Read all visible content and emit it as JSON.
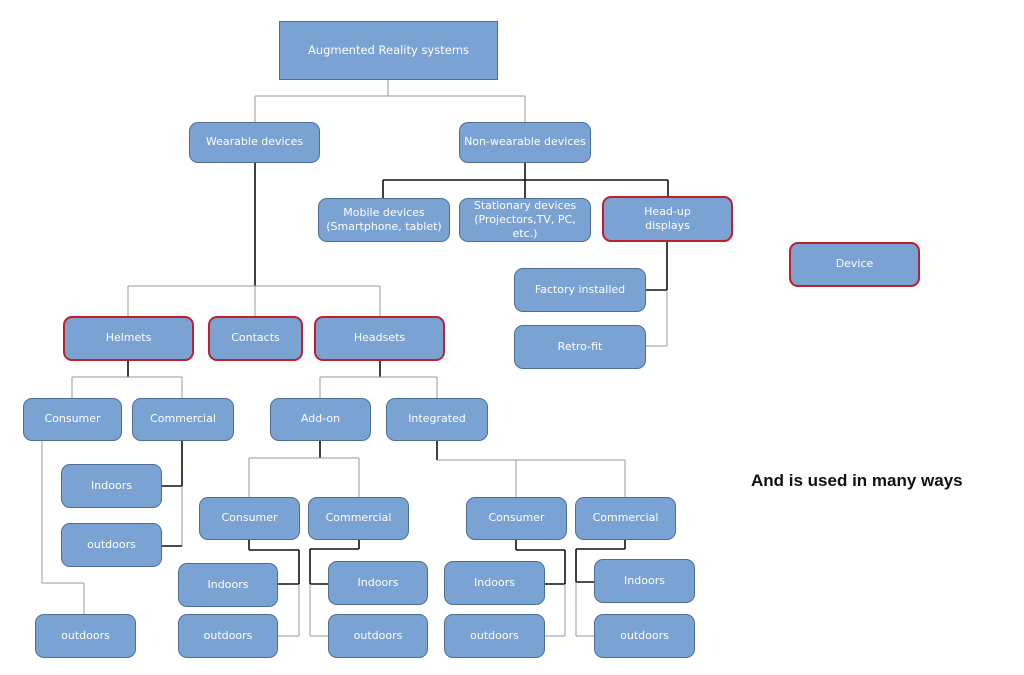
{
  "nodes": {
    "root": "Augmented Reality systems",
    "wearable": "Wearable devices",
    "nonwearable": "Non-wearable devices",
    "mobile": "Mobile devices\n(Smartphone, tablet)",
    "stationary": "Stationary devices\n(Projectors,TV, PC, etc.)",
    "headup": "Head-up\ndisplays",
    "factory": "Factory installed",
    "retrofit": "Retro-fit",
    "device": "Device",
    "helmets": "Helmets",
    "contacts": "Contacts",
    "headsets": "Headsets",
    "helmets_consumer": "Consumer",
    "helmets_commercial": "Commercial",
    "helmets_comm_indoors": "Indoors",
    "helmets_comm_outdoors": "outdoors",
    "helmets_cons_outdoors": "outdoors",
    "addon": "Add-on",
    "integrated": "Integrated",
    "addon_consumer": "Consumer",
    "addon_commercial": "Commercial",
    "addon_cons_indoors": "Indoors",
    "addon_cons_outdoors": "outdoors",
    "addon_comm_indoors": "Indoors",
    "addon_comm_outdoors": "outdoors",
    "int_consumer": "Consumer",
    "int_commercial": "Commercial",
    "int_cons_indoors": "Indoors",
    "int_cons_outdoors": "outdoors",
    "int_comm_indoors": "Indoors",
    "int_comm_outdoors": "outdoors"
  },
  "highlighted": [
    "headup",
    "device",
    "helmets",
    "contacts",
    "headsets"
  ],
  "caption": "And is used in many ways",
  "colors": {
    "node_fill": "#7aa2d2",
    "node_border": "#4d6f96",
    "highlight_border": "#c0202a",
    "connector_thin": "#9a9a9a",
    "connector_thick": "#111111"
  }
}
